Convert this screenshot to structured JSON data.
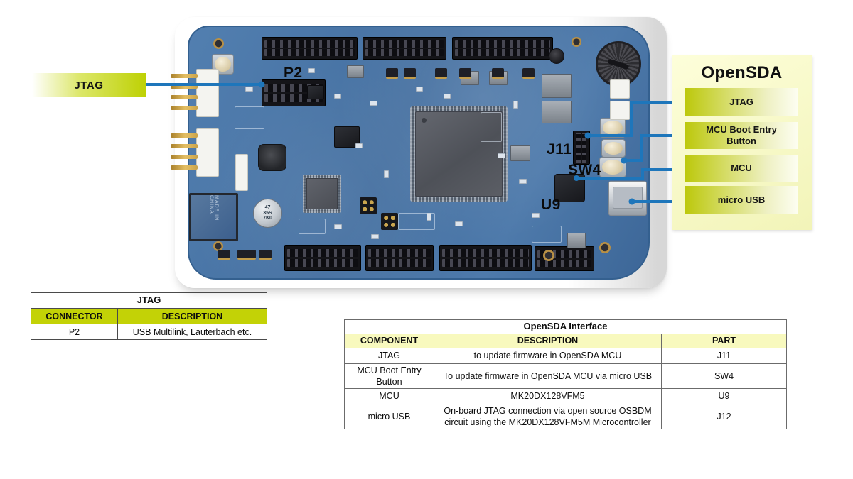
{
  "figure": {
    "jtag_callout_label": "JTAG",
    "board_labels": {
      "p2": "P2",
      "j11": "J11",
      "sw4": "SW4",
      "u9": "U9"
    },
    "opensda_panel": {
      "title": "OpenSDA",
      "items": [
        "JTAG",
        "MCU Boot Entry Button",
        "MCU",
        "micro USB"
      ]
    },
    "photo_text": {
      "ethernet_jack": "MADE IN CHINA",
      "capacitor": "47\n35S\n7K0"
    },
    "colors": {
      "accent_green": "#c3d206",
      "panel_yellow": "#fbfcd6",
      "pale_header_yellow": "#f8f9be",
      "line_blue": "#1e76bb",
      "pcb_blue": "#4a77a9"
    }
  },
  "jtag_table": {
    "title": "JTAG",
    "columns": [
      "CONNECTOR",
      "DESCRIPTION"
    ],
    "rows": [
      [
        "P2",
        "USB Multilink, Lauterbach etc."
      ]
    ]
  },
  "opensda_table": {
    "title": "OpenSDA Interface",
    "columns": [
      "COMPONENT",
      "DESCRIPTION",
      "PART"
    ],
    "rows": [
      [
        "JTAG",
        "to update firmware in OpenSDA MCU",
        "J11"
      ],
      [
        "MCU Boot Entry Button",
        "To update firmware in OpenSDA MCU via micro USB",
        "SW4"
      ],
      [
        "MCU",
        "MK20DX128VFM5",
        "U9"
      ],
      [
        "micro USB",
        "On-board JTAG connection via open source OSBDM circuit using the MK20DX128VFM5M Microcontroller",
        "J12"
      ]
    ]
  }
}
